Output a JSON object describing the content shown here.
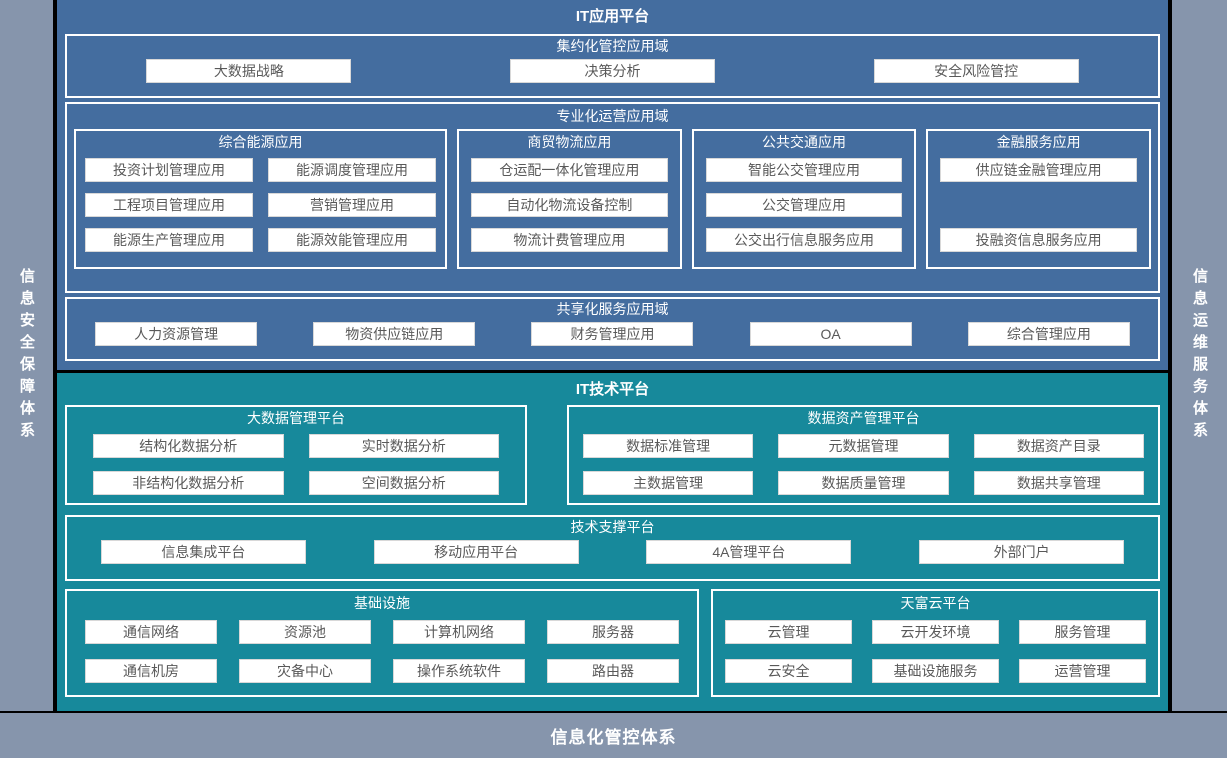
{
  "frames": {
    "left": "信息安全保障体系",
    "right": "信息运维服务体系",
    "bottom": "信息化管控体系"
  },
  "app_platform": {
    "title": "IT应用平台",
    "domains": [
      {
        "title": "集约化管控应用域",
        "items": [
          "大数据战略",
          "决策分析",
          "安全风险管控"
        ]
      },
      {
        "title": "专业化运营应用域",
        "groups": [
          {
            "title": "综合能源应用",
            "items": [
              "投资计划管理应用",
              "能源调度管理应用",
              "工程项目管理应用",
              "营销管理应用",
              "能源生产管理应用",
              "能源效能管理应用"
            ]
          },
          {
            "title": "商贸物流应用",
            "items": [
              "仓运配一体化管理应用",
              "自动化物流设备控制",
              "物流计费管理应用"
            ]
          },
          {
            "title": "公共交通应用",
            "items": [
              "智能公交管理应用",
              "公交管理应用",
              "公交出行信息服务应用"
            ]
          },
          {
            "title": "金融服务应用",
            "items": [
              "供应链金融管理应用",
              "投融资信息服务应用"
            ]
          }
        ]
      },
      {
        "title": "共享化服务应用域",
        "items": [
          "人力资源管理",
          "物资供应链应用",
          "财务管理应用",
          "OA",
          "综合管理应用"
        ]
      }
    ]
  },
  "tech_platform": {
    "title": "IT技术平台",
    "bigdata": {
      "title": "大数据管理平台",
      "items": [
        "结构化数据分析",
        "实时数据分析",
        "非结构化数据分析",
        "空间数据分析"
      ]
    },
    "data_asset": {
      "title": "数据资产管理平台",
      "items": [
        "数据标准管理",
        "元数据管理",
        "数据资产目录",
        "主数据管理",
        "数据质量管理",
        "数据共享管理"
      ]
    },
    "tech_support": {
      "title": "技术支撑平台",
      "items": [
        "信息集成平台",
        "移动应用平台",
        "4A管理平台",
        "外部门户"
      ]
    },
    "infrastructure": {
      "title": "基础设施",
      "items": [
        "通信网络",
        "资源池",
        "计算机网络",
        "服务器",
        "通信机房",
        "灾备中心",
        "操作系统软件",
        "路由器"
      ]
    },
    "cloud": {
      "title": "天富云平台",
      "items": [
        "云管理",
        "云开发环境",
        "服务管理",
        "云安全",
        "基础设施服务",
        "运营管理"
      ]
    }
  },
  "colors": {
    "background": "#000000",
    "rail_gray": "#8695ac",
    "app_blue": "#446d9f",
    "tech_teal": "#17899b",
    "box_text": "#595959"
  }
}
